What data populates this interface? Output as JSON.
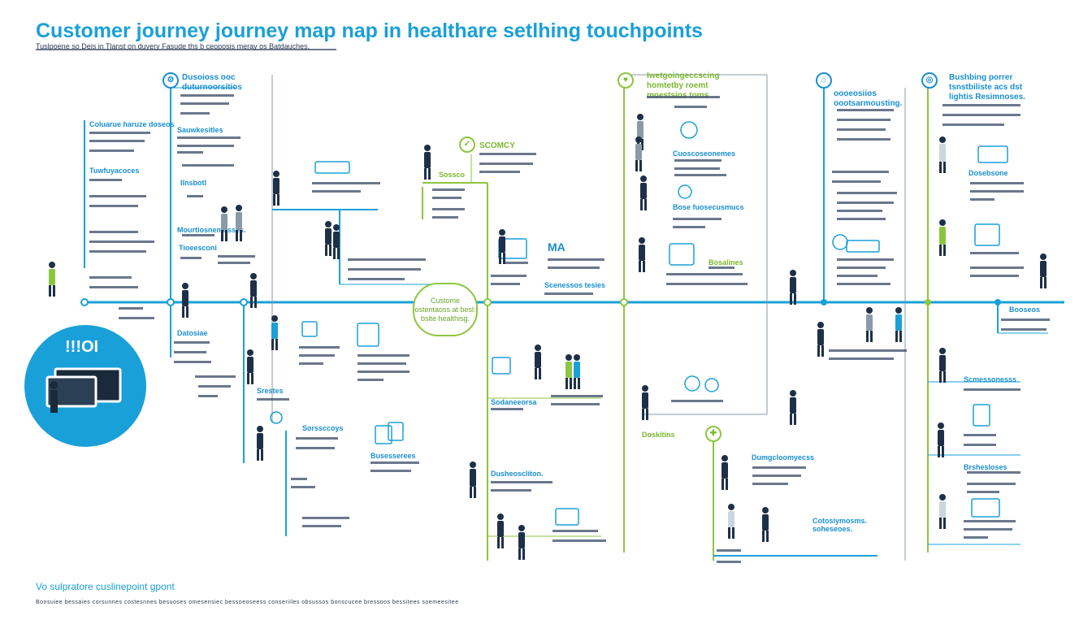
{
  "header": {
    "title": "Customer journey journey map nap in healthare setlhing touchpoints",
    "subtitle": "Tuslpoene so Deis in Tlanst on duvery Fasude ths b ceoposis meray os Batdauches."
  },
  "hero": {
    "label": "!!!OI"
  },
  "center_node": {
    "label": "Custome ostentaoss at besl: bsite healthisg."
  },
  "stages": [
    {
      "title": "Dusoioss ooc duturnoorsitios"
    },
    {
      "title": "SCOMCY"
    },
    {
      "title": "Iwetgoingeccscing homtetby roemt moestsios toms"
    },
    {
      "title": "oooeosiios oootsarmousting."
    },
    {
      "title": "Bushbing porrer tsnstbiliste acs dst lightis Resimnoses."
    }
  ],
  "annotations": [
    {
      "id": "a1",
      "text": "Coluarue haruze doseos"
    },
    {
      "id": "a2",
      "text": "Tuwfuyacoces"
    },
    {
      "id": "a3",
      "text": "Sauwkesitles"
    },
    {
      "id": "a4",
      "text": "Mourtiosnemusses."
    },
    {
      "id": "a5",
      "text": "Tioeesconi"
    },
    {
      "id": "a6",
      "text": "Datosiae"
    },
    {
      "id": "a7",
      "text": "Srestes"
    },
    {
      "id": "a8",
      "text": "Sorssccoys"
    },
    {
      "id": "a9",
      "text": "Busesserees"
    },
    {
      "id": "a10",
      "text": "MA"
    },
    {
      "id": "a11",
      "text": "Scenessos tesies"
    },
    {
      "id": "a12",
      "text": "Dusheoscliton."
    },
    {
      "id": "a13",
      "text": "Sodaneeorsa"
    },
    {
      "id": "a14",
      "text": "Doskitins"
    },
    {
      "id": "a15",
      "text": "Bose fuosecusmucs"
    },
    {
      "id": "a16",
      "text": "Cuoscoseonemes"
    },
    {
      "id": "a17",
      "text": "Bosalines"
    },
    {
      "id": "a18",
      "text": "Dumgcloomyecss"
    },
    {
      "id": "a19",
      "text": "Cotosiymosms. soheseoes."
    },
    {
      "id": "a20",
      "text": "Scmessonesss"
    },
    {
      "id": "a21",
      "text": "Dosebsone"
    },
    {
      "id": "a22",
      "text": "Brshesloses"
    },
    {
      "id": "a23",
      "text": "Booseos"
    },
    {
      "id": "a24",
      "text": "Ilnsbotl"
    },
    {
      "id": "a25",
      "text": "Sossco"
    }
  ],
  "footer": {
    "title": "Vo sulpratore cuslinepoint gpont",
    "note": "Bonsuiee bessaies corsunnes costesnnes besuoses omesensiec bessoeoseess conseriiles obsussos bonscucee bressoos bessitees soemeesitee"
  },
  "colors": {
    "accent": "#1aa0d8",
    "green": "#8cc63f",
    "text": "#2b3a55"
  }
}
